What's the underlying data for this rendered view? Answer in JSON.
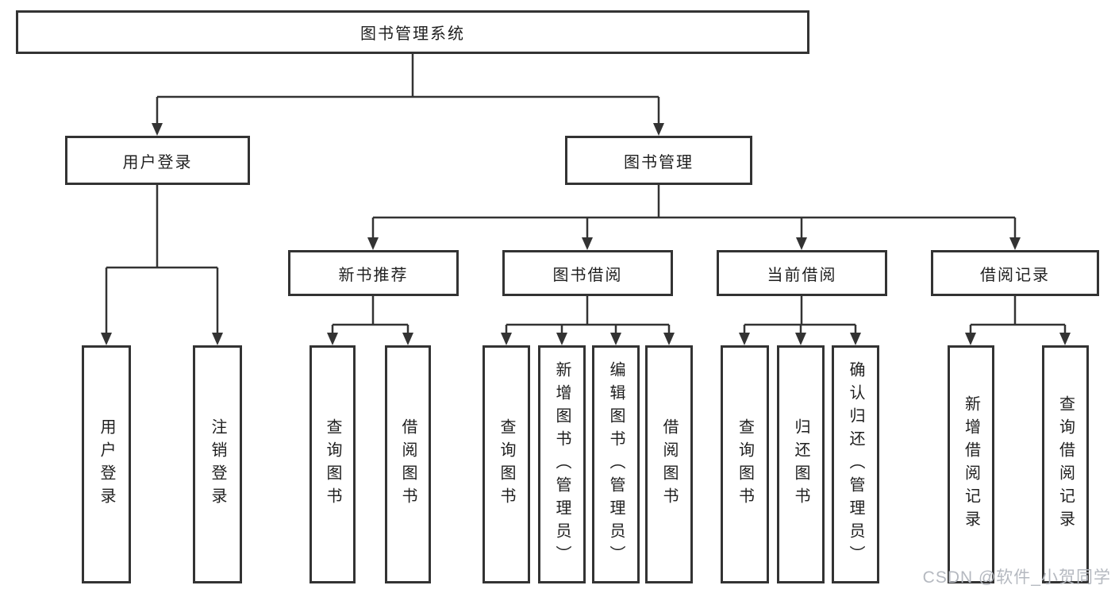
{
  "tree": {
    "label": "图书管理系统",
    "children": [
      {
        "label": "用户登录",
        "children": [
          {
            "label": "用户登录"
          },
          {
            "label": "注销登录"
          }
        ]
      },
      {
        "label": "图书管理",
        "children": [
          {
            "label": "新书推荐",
            "children": [
              {
                "label": "查询图书"
              },
              {
                "label": "借阅图书"
              }
            ]
          },
          {
            "label": "图书借阅",
            "children": [
              {
                "label": "查询图书"
              },
              {
                "label": "新增图书（管理员）"
              },
              {
                "label": "编辑图书（管理员）"
              },
              {
                "label": "借阅图书"
              }
            ]
          },
          {
            "label": "当前借阅",
            "children": [
              {
                "label": "查询图书"
              },
              {
                "label": "归还图书"
              },
              {
                "label": "确认归还（管理员）"
              }
            ]
          },
          {
            "label": "借阅记录",
            "children": [
              {
                "label": "新增借阅记录"
              },
              {
                "label": "查询借阅记录"
              }
            ]
          }
        ]
      }
    ]
  },
  "watermark": {
    "text": "CSDN @软件_小贺同学"
  },
  "colors": {
    "line": "#333333",
    "box_border": "#333333",
    "text": "#1f1f1f",
    "watermark": "#b5b9c0",
    "background": "#ffffff"
  }
}
